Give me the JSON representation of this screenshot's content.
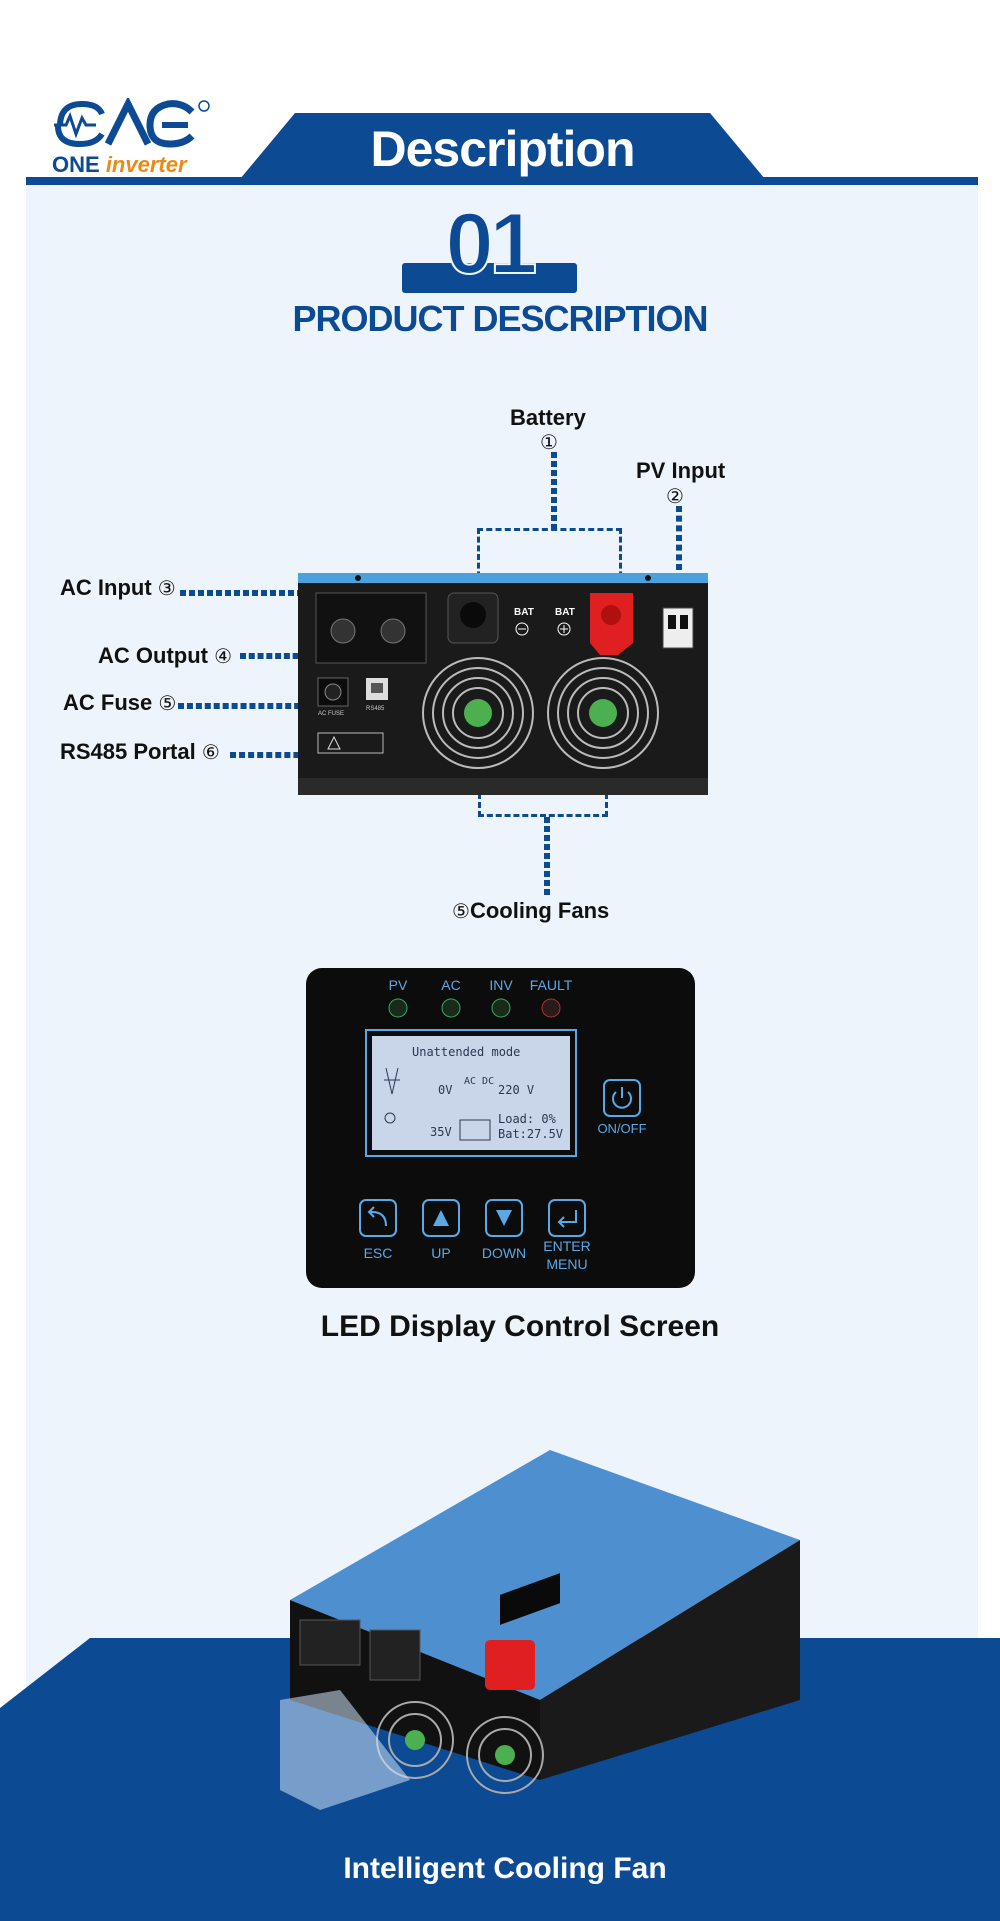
{
  "header": {
    "title": "Description",
    "logo_brand": "ONE",
    "logo_brand_accent": "inverter"
  },
  "section": {
    "number": "01",
    "title": "PRODUCT DESCRIPTION"
  },
  "callouts": {
    "battery": {
      "label": "Battery",
      "num": "①"
    },
    "pv_input": {
      "label": "PV Input",
      "num": "②"
    },
    "ac_input": {
      "label": "AC Input",
      "num": "③"
    },
    "ac_output": {
      "label": "AC Output",
      "num": "④"
    },
    "ac_fuse": {
      "label": "AC Fuse",
      "num": "⑤"
    },
    "rs485": {
      "label": "RS485 Portal",
      "num": "⑥"
    },
    "cooling_fans": {
      "label": "Cooling Fans",
      "num": "⑤"
    }
  },
  "inverter_front": {
    "bat_neg": "BAT",
    "bat_pos": "BAT",
    "ac_fuse": "AC FUSE",
    "rs485": "RS485"
  },
  "control_panel": {
    "indicators": [
      "PV",
      "AC",
      "INV",
      "FAULT"
    ],
    "lcd": {
      "mode": "Unattended mode",
      "in_volt": "0V",
      "ac_dc": "AC DC",
      "out_volt": "220 V",
      "pv_volt": "35V",
      "load": "Load:  0%",
      "bat": "Bat:27.5V"
    },
    "power_label": "ON/OFF",
    "buttons": [
      "ESC",
      "UP",
      "DOWN",
      "ENTER"
    ],
    "menu_label": "MENU"
  },
  "led_caption": "LED Display Control Screen",
  "fan_caption": "Intelligent Cooling Fan",
  "colors": {
    "brand": "#0d4a94",
    "accent": "#e98b18",
    "panel_bg": "#eef4fb"
  }
}
